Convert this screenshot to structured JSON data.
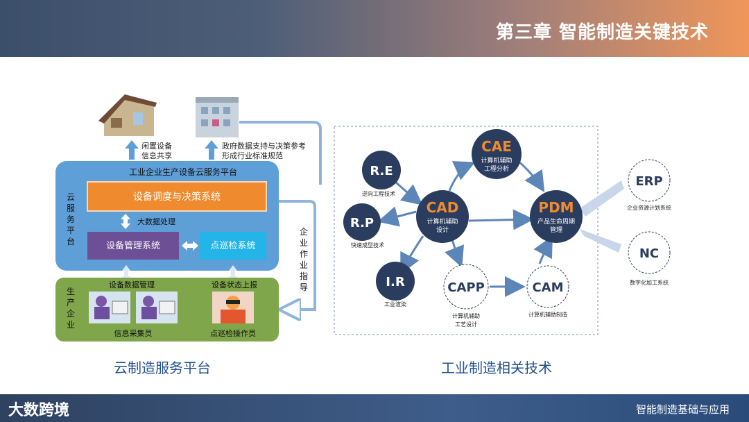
{
  "header": {
    "title": "第三章 智能制造关键技术"
  },
  "footer": {
    "logo": "大数跨境",
    "course": "智能制造基础与应用"
  },
  "left": {
    "caption": "云制造服务平台",
    "top_left_label": [
      "闲置设备",
      "信息共享"
    ],
    "top_right_label": [
      "政府数据支持与决策参考",
      "形成行业标准规范"
    ],
    "platform_title": "工业企业生产设备云服务平台",
    "side_label": [
      "云",
      "服",
      "务",
      "平",
      "台"
    ],
    "dispatch": "设备调度与决策系统",
    "bigdata": "大数据处理",
    "device_mgmt": "设备管理系统",
    "inspection": "点巡检系统",
    "enterprise_label": [
      "生",
      "产",
      "企",
      "业"
    ],
    "data_mgmt": "设备数据管理",
    "status_report": "设备状态上报",
    "collector": "信息采集员",
    "operator": "点巡检操作员",
    "guide_label": [
      "企",
      "业",
      "作",
      "业",
      "指",
      "导"
    ],
    "colors": {
      "platform": "#5f9fd8",
      "dispatch": "#f08a2e",
      "device_mgmt": "#6c4f94",
      "inspection": "#23b4e8",
      "enterprise": "#7fa64a"
    }
  },
  "right": {
    "caption": "工业制造相关技术",
    "nodes": {
      "re": {
        "abbr": "R.E",
        "desc": "逆向工程技术"
      },
      "rp": {
        "abbr": "R.P",
        "desc": "快速成型技术"
      },
      "ir": {
        "abbr": "I.R",
        "desc": "工业渲染"
      },
      "cad": {
        "abbr": "CAD",
        "desc": [
          "计算机辅助",
          "设计"
        ]
      },
      "cae": {
        "abbr": "CAE",
        "desc": [
          "计算机辅助",
          "工程分析"
        ]
      },
      "pdm": {
        "abbr": "PDM",
        "desc": [
          "产品生命周期",
          "管理"
        ]
      },
      "capp": {
        "abbr": "CAPP",
        "desc": [
          "计算机辅助",
          "工艺设计"
        ]
      },
      "cam": {
        "abbr": "CAM",
        "desc": "计算机辅助制造"
      },
      "erp": {
        "abbr": "ERP",
        "desc": "企业资源计划系统"
      },
      "nc": {
        "abbr": "NC",
        "desc": "数字化加工系统"
      }
    },
    "colors": {
      "node": "#2b3d5f",
      "accent": "#f08a2e",
      "arrow": "#5d86b8"
    }
  }
}
